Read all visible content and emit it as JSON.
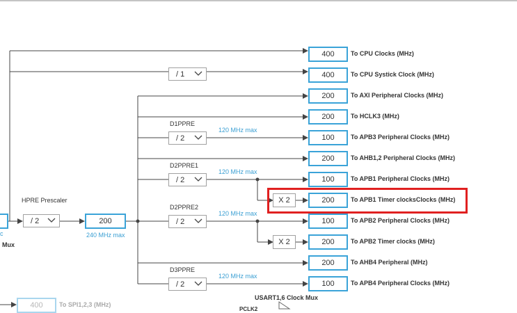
{
  "outputs": [
    {
      "value": "400",
      "label": "To CPU Clocks (MHz)"
    },
    {
      "value": "400",
      "label": "To CPU Systick Clock (MHz)"
    },
    {
      "value": "200",
      "label": "To AXI Peripheral Clocks (MHz)"
    },
    {
      "value": "200",
      "label": "To HCLK3 (MHz)"
    },
    {
      "value": "100",
      "label": "To APB3 Peripheral Clocks (MHz)"
    },
    {
      "value": "200",
      "label": "To AHB1,2 Peripheral Clocks (MHz)"
    },
    {
      "value": "100",
      "label": "To APB1 Peripheral Clocks (MHz)"
    },
    {
      "value": "200",
      "label": "To APB1 Timer clocksClocks (MHz)"
    },
    {
      "value": "100",
      "label": "To APB2 Peripheral Clocks (MHz)"
    },
    {
      "value": "200",
      "label": "To APB2 Timer clocks (MHz)"
    },
    {
      "value": "200",
      "label": "To AHB4 Peripheral (MHz)"
    },
    {
      "value": "100",
      "label": "To APB4 Peripheral Clocks (MHz)"
    }
  ],
  "prescalers": {
    "systick": {
      "value": "/ 1"
    },
    "d1ppre": {
      "name": "D1PPRE",
      "value": "/ 2",
      "max": "120 MHz max"
    },
    "d2ppre1": {
      "name": "D2PPRE1",
      "value": "/ 2",
      "max": "120 MHz max"
    },
    "d2ppre2": {
      "name": "D2PPRE2",
      "value": "/ 2",
      "max": "120 MHz max"
    },
    "d3ppre": {
      "name": "D3PPRE",
      "value": "/ 2",
      "max": "120 MHz max"
    }
  },
  "hpre": {
    "label": "HPRE Prescaler",
    "value": "/ 2"
  },
  "hclk": {
    "value": "200",
    "max": "240 MHz max"
  },
  "multipliers": {
    "apb1_timer": "X 2",
    "apb2_timer": "X 2"
  },
  "mux_label": "Mux",
  "mux_partial": "c",
  "spi": {
    "value": "400",
    "label": "To SPI1,2,3 (MHz)"
  },
  "usart_mux": "USART1,6 Clock Mux",
  "bottom_partial": "PCLK2",
  "colors": {
    "value_border": "#3aa3d8",
    "highlight": "#e02020",
    "wire": "#444444"
  }
}
